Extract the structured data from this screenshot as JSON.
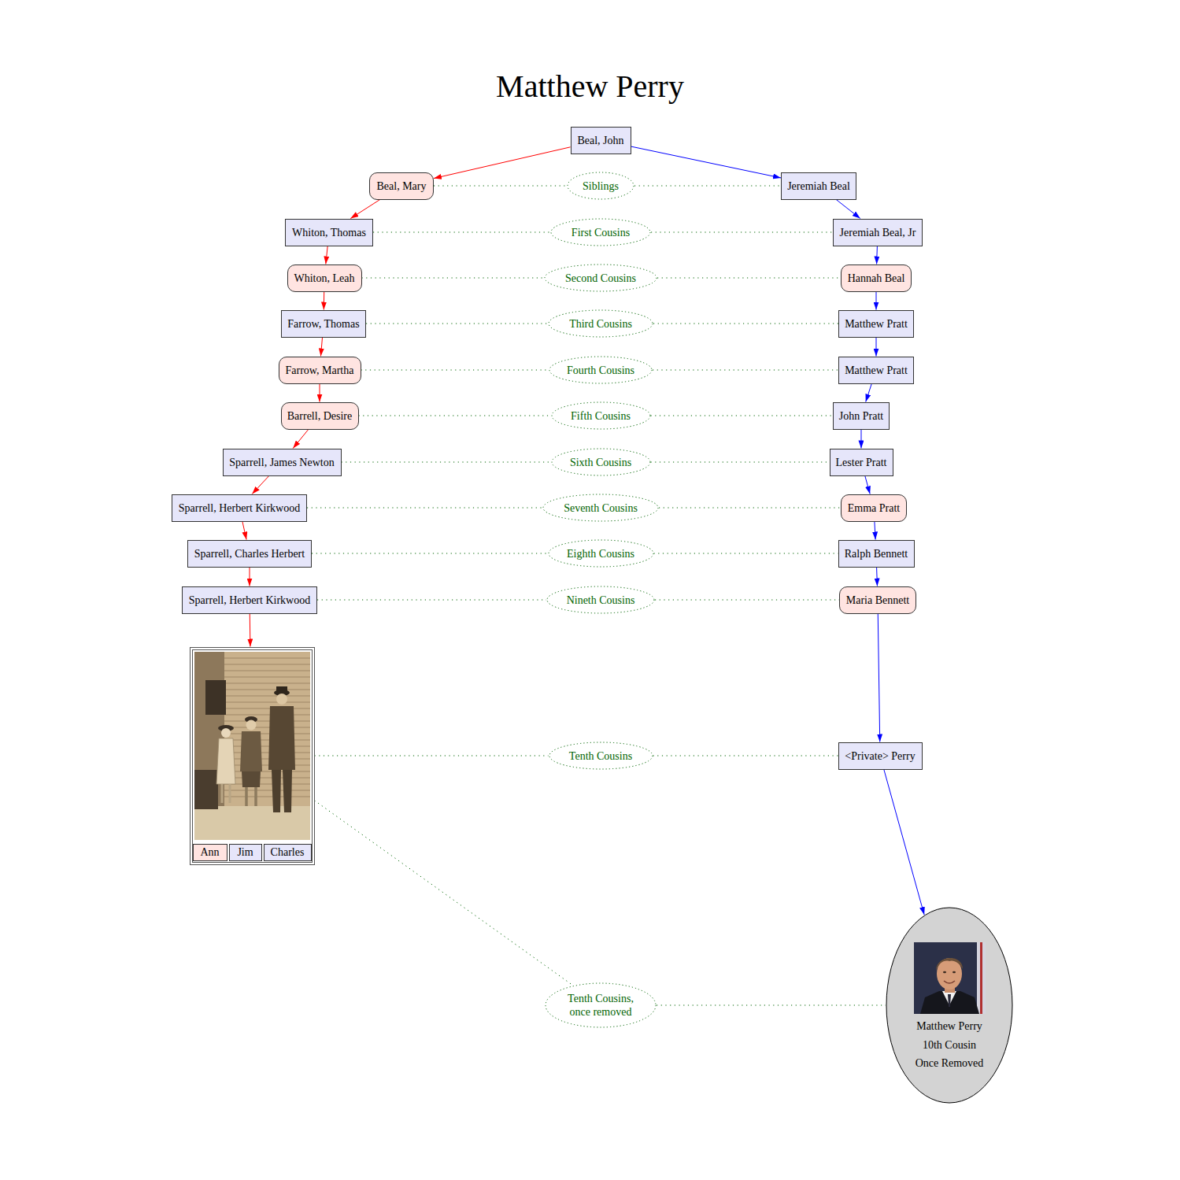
{
  "diagram": {
    "title": "Matthew Perry",
    "nodes": [
      {
        "text": [
          "Beal, John"
        ]
      },
      {
        "text": [
          "Beal, Mary"
        ]
      },
      {
        "text": [
          "Siblings"
        ]
      },
      {
        "text": [
          "Jeremiah Beal"
        ]
      },
      {
        "text": [
          "Whiton, Thomas"
        ]
      },
      {
        "text": [
          "First Cousins"
        ]
      },
      {
        "text": [
          "Jeremiah Beal, Jr"
        ]
      },
      {
        "text": [
          "Whiton, Leah"
        ]
      },
      {
        "text": [
          "Second Cousins"
        ]
      },
      {
        "text": [
          "Hannah Beal"
        ]
      },
      {
        "text": [
          "Farrow, Thomas"
        ]
      },
      {
        "text": [
          "Third Cousins"
        ]
      },
      {
        "text": [
          "Matthew Pratt"
        ]
      },
      {
        "text": [
          "Farrow, Martha"
        ]
      },
      {
        "text": [
          "Fourth Cousins"
        ]
      },
      {
        "text": [
          "Matthew Pratt"
        ]
      },
      {
        "text": [
          "Barrell, Desire"
        ]
      },
      {
        "text": [
          "Fifth Cousins"
        ]
      },
      {
        "text": [
          "John Pratt"
        ]
      },
      {
        "text": [
          "Sparrell, James Newton"
        ]
      },
      {
        "text": [
          "Sixth Cousins"
        ]
      },
      {
        "text": [
          "Lester Pratt"
        ]
      },
      {
        "text": [
          "Sparrell, Herbert Kirkwood"
        ]
      },
      {
        "text": [
          "Seventh Cousins"
        ]
      },
      {
        "text": [
          "Emma Pratt"
        ]
      },
      {
        "text": [
          "Sparrell, Charles Herbert"
        ]
      },
      {
        "text": [
          "Eighth Cousins"
        ]
      },
      {
        "text": [
          "Ralph Bennett"
        ]
      },
      {
        "text": [
          "Sparrell, Herbert Kirkwood"
        ]
      },
      {
        "text": [
          "Nineth Cousins"
        ]
      },
      {
        "text": [
          "Maria Bennett"
        ]
      },
      {
        "text": []
      },
      {
        "text": [
          "Ann"
        ],
        "in": 31
      },
      {
        "text": [
          "Jim"
        ],
        "in": 31
      },
      {
        "text": [
          "Charles"
        ],
        "in": 31
      },
      {
        "text": [
          "Tenth Cousins"
        ]
      },
      {
        "text": [
          "<Private> Perry"
        ]
      },
      {
        "text": [
          "Tenth Cousins, once removed"
        ]
      },
      {
        "text": [
          "Matthew Perry",
          "10th Cousin Once Removed"
        ]
      }
    ],
    "edges": [
      {
        "from": 0,
        "to": 1,
        "arrow": "to"
      },
      {
        "from": 1,
        "to": 4,
        "arrow": "to"
      },
      {
        "from": 4,
        "to": 7,
        "arrow": "to"
      },
      {
        "from": 7,
        "to": 10,
        "arrow": "to"
      },
      {
        "from": 10,
        "to": 13,
        "arrow": "to"
      },
      {
        "from": 13,
        "to": 16,
        "arrow": "to"
      },
      {
        "from": 16,
        "to": 19,
        "arrow": "to"
      },
      {
        "from": 19,
        "to": 22,
        "arrow": "to"
      },
      {
        "from": 22,
        "to": 25,
        "arrow": "to"
      },
      {
        "from": 25,
        "to": 28,
        "arrow": "to"
      },
      {
        "from": 28,
        "to": 31,
        "arrow": "to"
      },
      {
        "from": 0,
        "to": 3,
        "arrow": "to"
      },
      {
        "from": 3,
        "to": 6,
        "arrow": "to"
      },
      {
        "from": 6,
        "to": 9,
        "arrow": "to"
      },
      {
        "from": 9,
        "to": 12,
        "arrow": "to"
      },
      {
        "from": 12,
        "to": 15,
        "arrow": "to"
      },
      {
        "from": 15,
        "to": 18,
        "arrow": "to"
      },
      {
        "from": 18,
        "to": 21,
        "arrow": "to"
      },
      {
        "from": 21,
        "to": 24,
        "arrow": "to"
      },
      {
        "from": 24,
        "to": 27,
        "arrow": "to"
      },
      {
        "from": 27,
        "to": 30,
        "arrow": "to"
      },
      {
        "from": 30,
        "to": 36,
        "arrow": "to"
      },
      {
        "from": 36,
        "to": 38,
        "arrow": "to"
      },
      {
        "from": 1,
        "to": 2,
        "arrow": "none"
      },
      {
        "from": 2,
        "to": 3,
        "arrow": "none"
      },
      {
        "from": 4,
        "to": 5,
        "arrow": "none"
      },
      {
        "from": 5,
        "to": 6,
        "arrow": "none"
      },
      {
        "from": 7,
        "to": 8,
        "arrow": "none"
      },
      {
        "from": 8,
        "to": 9,
        "arrow": "none"
      },
      {
        "from": 10,
        "to": 11,
        "arrow": "none"
      },
      {
        "from": 11,
        "to": 12,
        "arrow": "none"
      },
      {
        "from": 13,
        "to": 14,
        "arrow": "none"
      },
      {
        "from": 14,
        "to": 15,
        "arrow": "none"
      },
      {
        "from": 16,
        "to": 17,
        "arrow": "none"
      },
      {
        "from": 17,
        "to": 18,
        "arrow": "none"
      },
      {
        "from": 19,
        "to": 20,
        "arrow": "none"
      },
      {
        "from": 20,
        "to": 21,
        "arrow": "none"
      },
      {
        "from": 22,
        "to": 23,
        "arrow": "none"
      },
      {
        "from": 23,
        "to": 24,
        "arrow": "none"
      },
      {
        "from": 25,
        "to": 26,
        "arrow": "none"
      },
      {
        "from": 26,
        "to": 27,
        "arrow": "none"
      },
      {
        "from": 28,
        "to": 29,
        "arrow": "none"
      },
      {
        "from": 29,
        "to": 30,
        "arrow": "none"
      },
      {
        "from": 31,
        "to": 35,
        "arrow": "none"
      },
      {
        "from": 35,
        "to": 36,
        "arrow": "none"
      },
      {
        "from": 31,
        "to": 37,
        "arrow": "none"
      },
      {
        "from": 37,
        "to": 38,
        "arrow": "none"
      }
    ]
  }
}
